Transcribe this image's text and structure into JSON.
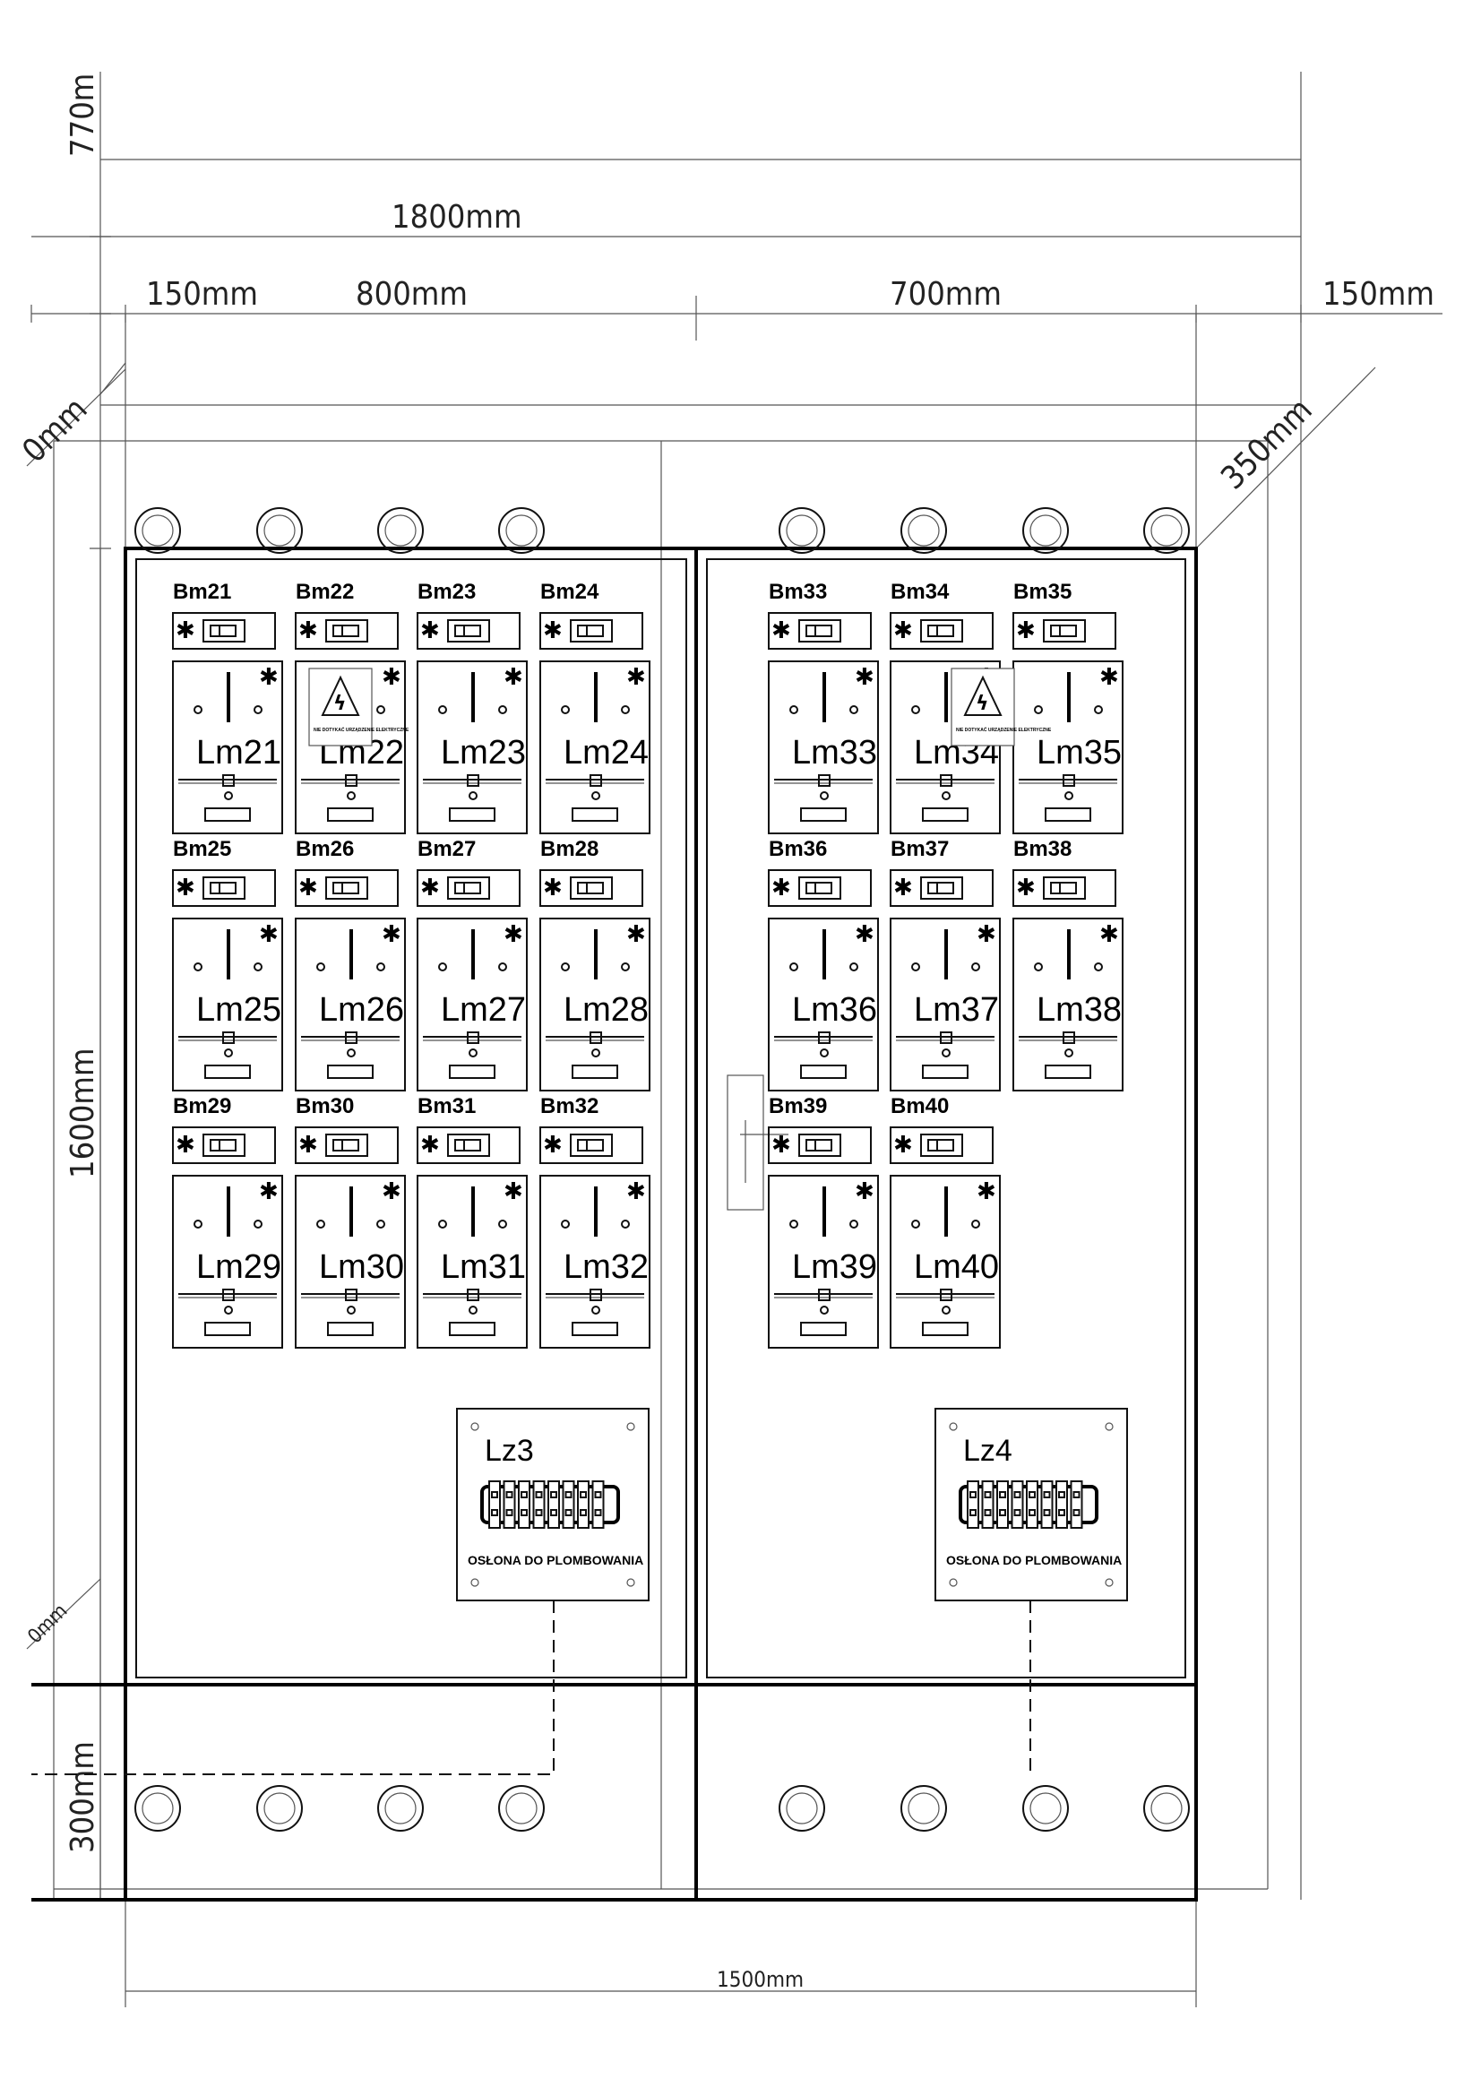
{
  "dimensions": {
    "top_770": "770m",
    "total_1800": "1800mm",
    "left_150": "150mm",
    "door_800": "800mm",
    "door_700": "700mm",
    "right_150": "150mm",
    "diag_left": "0mm",
    "diag_right": "350mm",
    "height_1600": "1600mm",
    "height_300": "300mm",
    "diag_lower": "0mm",
    "bottom_1500": "1500mm"
  },
  "left_panel": {
    "rows": [
      [
        "Bm21",
        "Bm22",
        "Bm23",
        "Bm24"
      ],
      [
        "Bm25",
        "Bm26",
        "Bm27",
        "Bm28"
      ],
      [
        "Bm29",
        "Bm30",
        "Bm31",
        "Bm32"
      ]
    ],
    "meters": [
      [
        "Lm21",
        "Lm22",
        "Lm23",
        "Lm24"
      ],
      [
        "Lm25",
        "Lm26",
        "Lm27",
        "Lm28"
      ],
      [
        "Lm29",
        "Lm30",
        "Lm31",
        "Lm32"
      ]
    ],
    "terminal_label": "Lz3",
    "terminal_caption": "OSŁONA DO PLOMBOWANIA"
  },
  "right_panel": {
    "rows": [
      [
        "Bm33",
        "Bm34",
        "Bm35"
      ],
      [
        "Bm36",
        "Bm37",
        "Bm38"
      ],
      [
        "Bm39",
        "Bm40"
      ]
    ],
    "meters": [
      [
        "Lm33",
        "Lm34",
        "Lm35"
      ],
      [
        "Lm36",
        "Lm37",
        "Lm38"
      ],
      [
        "Lm39",
        "Lm40"
      ]
    ],
    "terminal_label": "Lz4",
    "terminal_caption": "OSŁONA DO PLOMBOWANIA"
  },
  "warning_sign_text": "NIE DOTYKAĆ URZĄDZENIE ELEKTRYCZNE"
}
